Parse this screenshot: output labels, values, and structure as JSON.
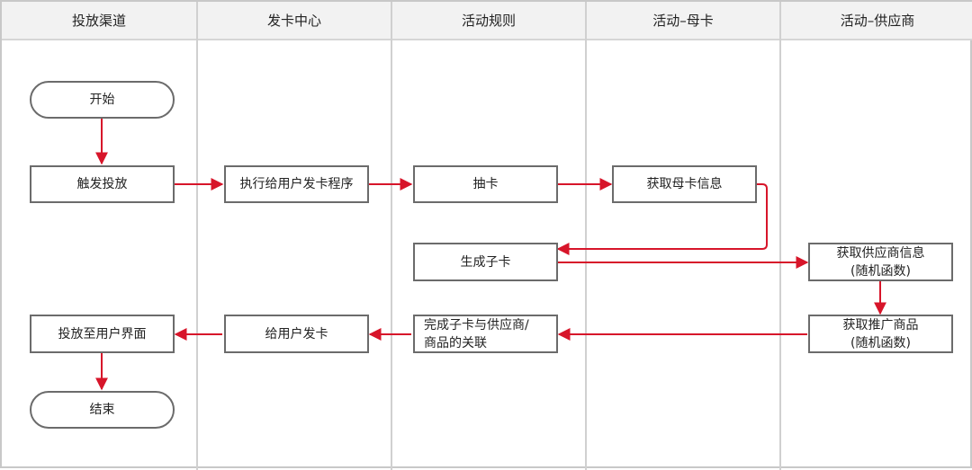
{
  "lanes": [
    "投放渠道",
    "发卡中心",
    "活动规则",
    "活动–母卡",
    "活动–供应商"
  ],
  "nodes": {
    "start": "开始",
    "trigger": "触发投放",
    "issue_program": "执行给用户发卡程序",
    "draw_card": "抽卡",
    "get_mother_card": "获取母卡信息",
    "gen_child_card": "生成子卡",
    "get_supplier": "获取供应商信息\n(随机函数)",
    "get_product": "获取推广商品\n(随机函数)",
    "link": "完成子卡与供应商/\n商品的关联",
    "issue_to_user": "给用户发卡",
    "deliver": "投放至用户界面",
    "end": "结束"
  },
  "colors": {
    "arrow": "#d7152a",
    "border": "#6b6b6b",
    "header_bg": "#f2f2f2",
    "divider": "#d0d0d0"
  }
}
